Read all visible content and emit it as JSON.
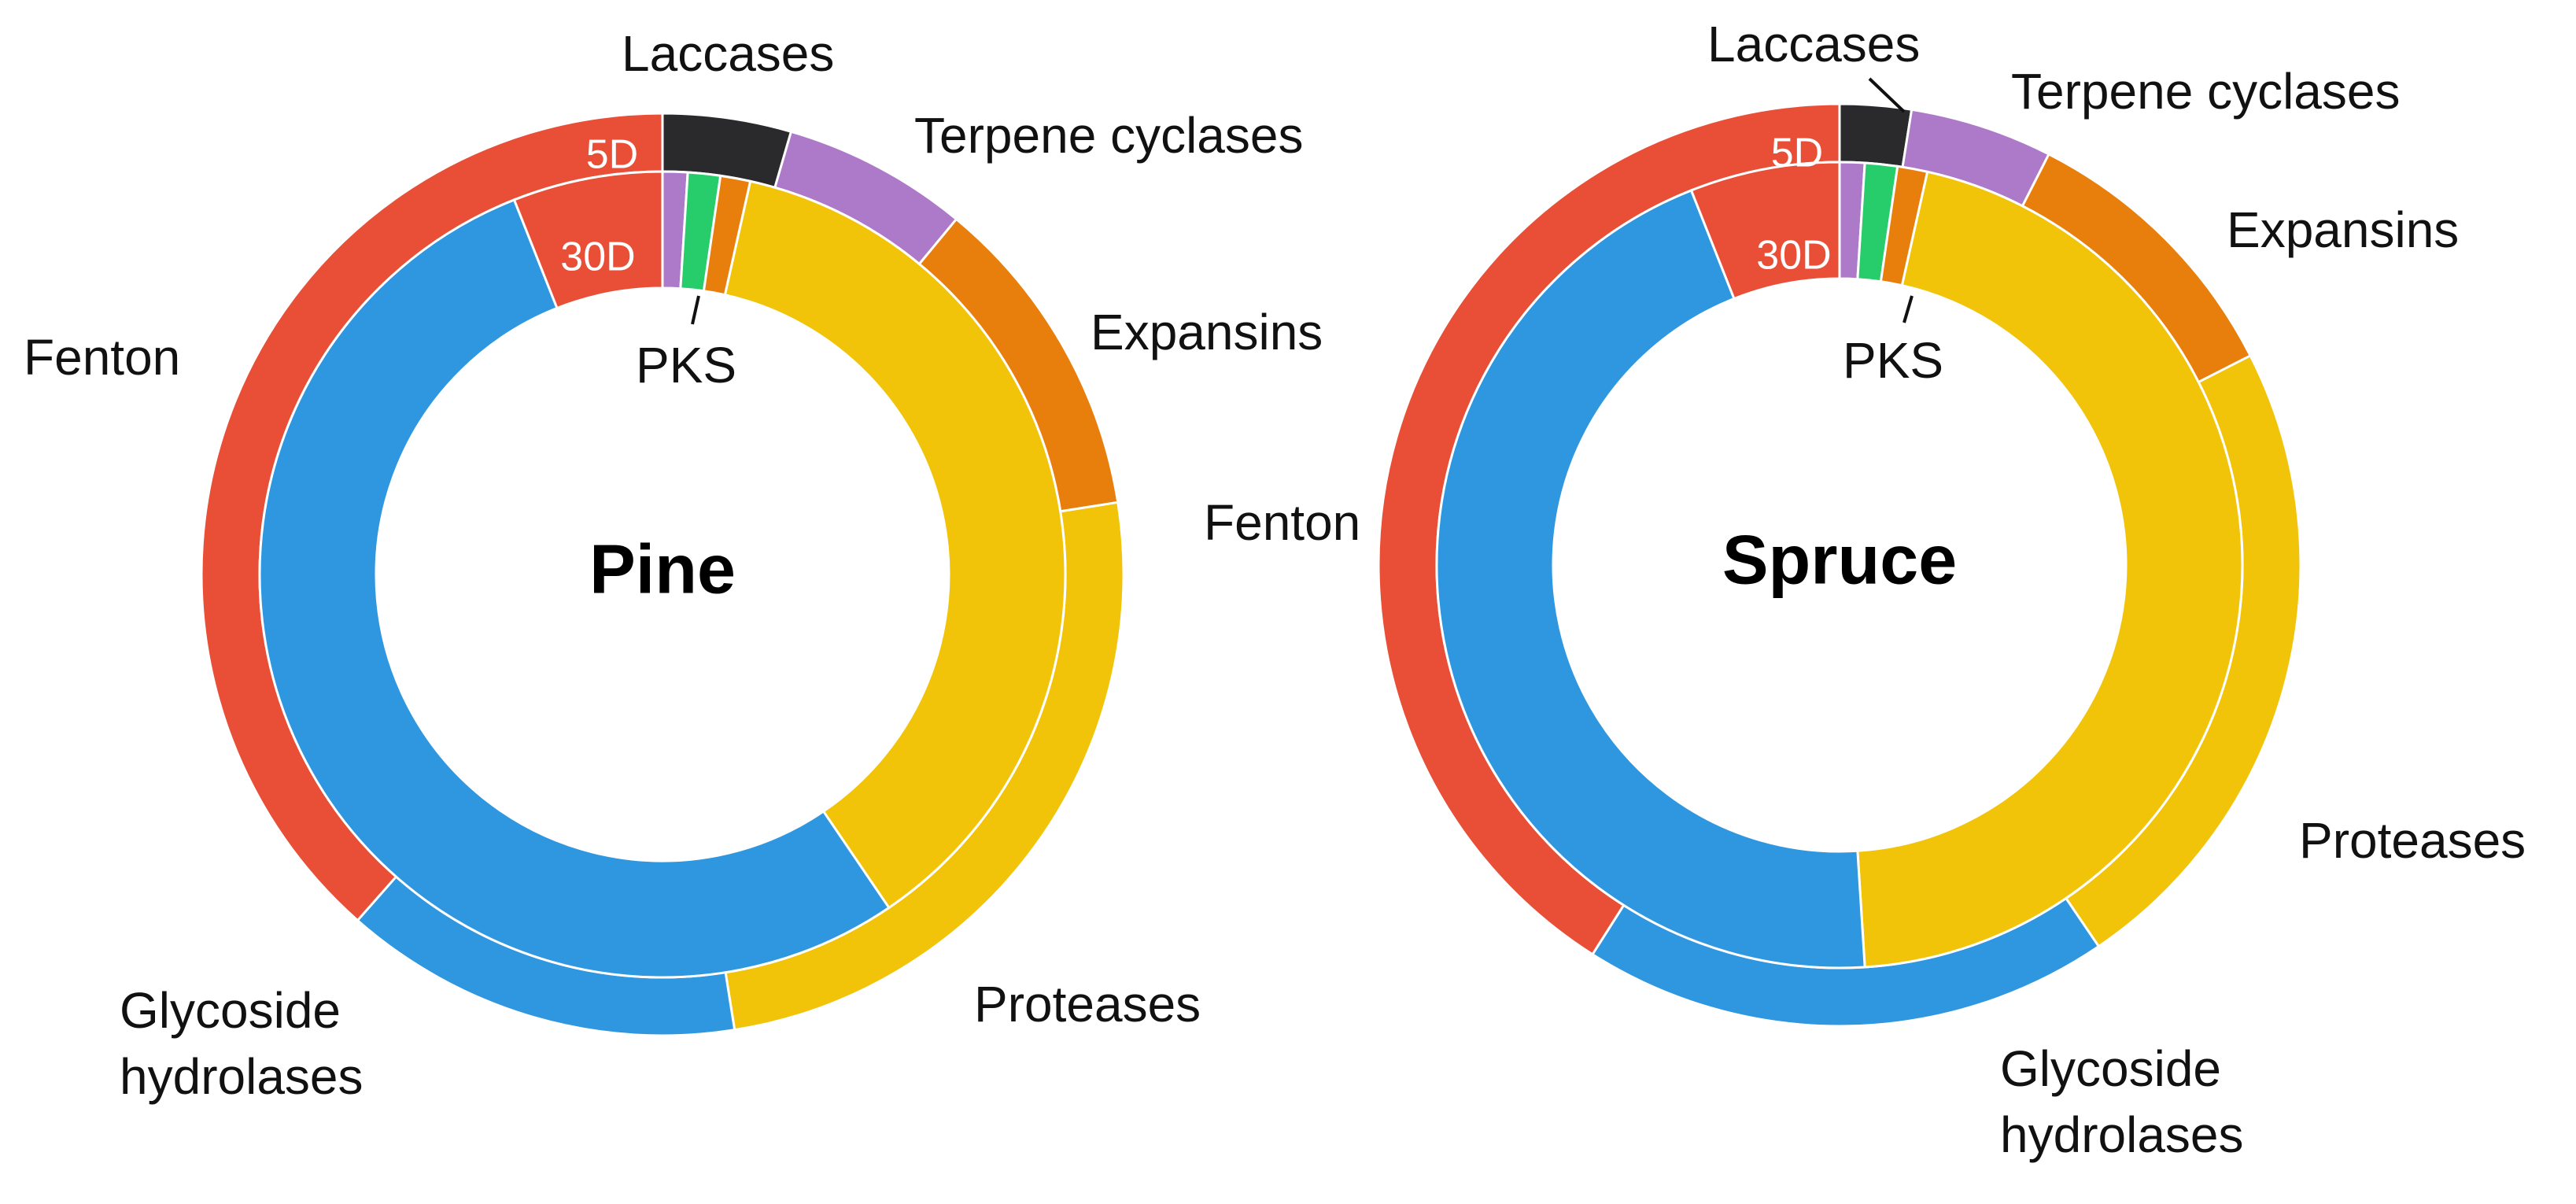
{
  "colors": {
    "Laccases": "#2a2a2d",
    "Terpene cyclases": "#ad79c9",
    "Expansins": "#e87e0c",
    "Proteases": "#f1c409",
    "Glycoside hydrolases": "#2f96e0",
    "Fenton": "#e94e37",
    "PKS": "#27cc6b"
  },
  "chart_data": [
    {
      "type": "pie",
      "subtype": "nested-donut",
      "title": "Pine",
      "rings": [
        {
          "name": "5D",
          "categories": [
            "Laccases",
            "Terpene cyclases",
            "Expansins",
            "Proteases",
            "Glycoside hydrolases",
            "Fenton"
          ],
          "values": [
            4.5,
            6.5,
            11.5,
            25.0,
            14.0,
            38.5
          ]
        },
        {
          "name": "30D",
          "categories": [
            "Terpene cyclases",
            "PKS",
            "Expansins",
            "Proteases",
            "Glycoside hydrolases",
            "Fenton"
          ],
          "values": [
            1.0,
            1.3,
            1.2,
            37.0,
            53.5,
            6.0
          ]
        }
      ],
      "labels": [
        "Laccases",
        "Terpene cyclases",
        "Expansins",
        "Proteases",
        "Glycoside hydrolases",
        "Fenton",
        "PKS"
      ],
      "label_lines": {
        "Glycoside hydrolases": [
          "Glycoside",
          "hydrolases"
        ]
      }
    },
    {
      "type": "pie",
      "subtype": "nested-donut",
      "title": "Spruce",
      "rings": [
        {
          "name": "5D",
          "categories": [
            "Laccases",
            "Terpene cyclases",
            "Expansins",
            "Proteases",
            "Glycoside hydrolases",
            "Fenton"
          ],
          "values": [
            2.5,
            5.0,
            10.0,
            23.0,
            18.5,
            41.0
          ]
        },
        {
          "name": "30D",
          "categories": [
            "Terpene cyclases",
            "PKS",
            "Expansins",
            "Proteases",
            "Glycoside hydrolases",
            "Fenton"
          ],
          "values": [
            1.0,
            1.3,
            1.2,
            45.5,
            45.0,
            6.0
          ]
        }
      ],
      "labels": [
        "Laccases",
        "Terpene cyclases",
        "Expansins",
        "Proteases",
        "Glycoside hydrolases",
        "Fenton",
        "PKS"
      ],
      "label_lines": {
        "Glycoside hydrolases": [
          "Glycoside",
          "hydrolases"
        ]
      }
    }
  ]
}
